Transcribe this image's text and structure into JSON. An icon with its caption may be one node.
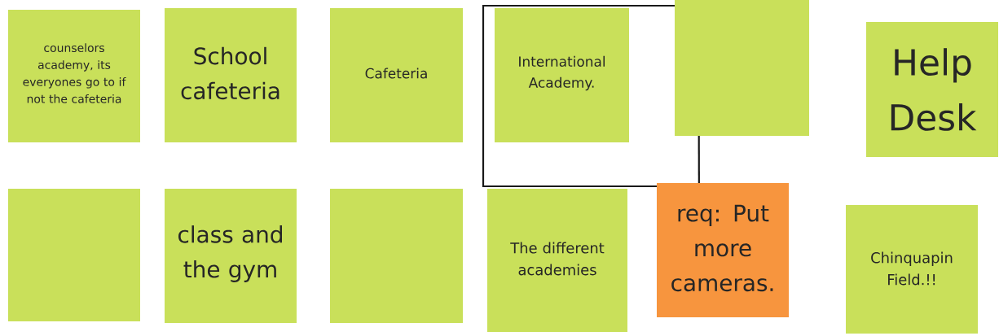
{
  "diagram": {
    "nodes": [
      {
        "text": [
          "counselors academy, its everyones go to if not the cafeteria"
        ]
      },
      {
        "text": [
          "School cafeteria"
        ]
      },
      {
        "text": [
          "Cafeteria"
        ]
      },
      {
        "text": [
          "International Academy."
        ]
      },
      {
        "text": [],
        "shape": "box"
      },
      {
        "text": [
          "Help Desk"
        ]
      },
      {
        "text": [],
        "shape": "box"
      },
      {
        "text": [
          "class and the gym"
        ]
      },
      {
        "text": [],
        "shape": "box"
      },
      {
        "text": [
          "The different academies"
        ]
      },
      {
        "text": [
          "req: Put more cameras."
        ]
      },
      {
        "text": [
          "Chinquapin Field.!!"
        ]
      }
    ],
    "edges": [
      {
        "from": 10,
        "to": 4,
        "arrow": "none"
      },
      {
        "from": 10,
        "to": 4,
        "arrow": "none"
      }
    ]
  }
}
